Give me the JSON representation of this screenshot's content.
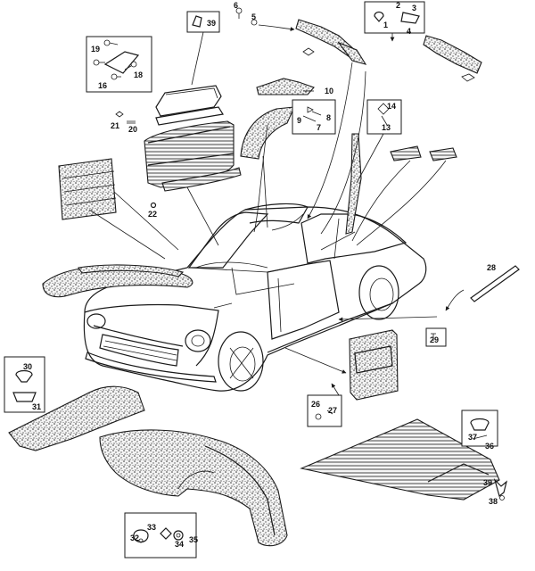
{
  "diagram": {
    "callouts": [
      {
        "id": "c1",
        "label": "1"
      },
      {
        "id": "c2",
        "label": "2"
      },
      {
        "id": "c3",
        "label": "3"
      },
      {
        "id": "c4",
        "label": "4"
      },
      {
        "id": "c5",
        "label": "5"
      },
      {
        "id": "c6",
        "label": "6"
      },
      {
        "id": "c7",
        "label": "7"
      },
      {
        "id": "c8",
        "label": "8"
      },
      {
        "id": "c9",
        "label": "9"
      },
      {
        "id": "c10",
        "label": "10"
      },
      {
        "id": "c13",
        "label": "13"
      },
      {
        "id": "c14",
        "label": "14"
      },
      {
        "id": "c16",
        "label": "16"
      },
      {
        "id": "c18",
        "label": "18"
      },
      {
        "id": "c19",
        "label": "19"
      },
      {
        "id": "c20",
        "label": "20"
      },
      {
        "id": "c21",
        "label": "21"
      },
      {
        "id": "c22",
        "label": "22"
      },
      {
        "id": "c26",
        "label": "26"
      },
      {
        "id": "c27",
        "label": "27"
      },
      {
        "id": "c28",
        "label": "28"
      },
      {
        "id": "c29",
        "label": "29"
      },
      {
        "id": "c30",
        "label": "30"
      },
      {
        "id": "c31",
        "label": "31"
      },
      {
        "id": "c32",
        "label": "32"
      },
      {
        "id": "c33",
        "label": "33"
      },
      {
        "id": "c34",
        "label": "34"
      },
      {
        "id": "c35",
        "label": "35"
      },
      {
        "id": "c36",
        "label": "36"
      },
      {
        "id": "c37",
        "label": "37"
      },
      {
        "id": "c38",
        "label": "38"
      },
      {
        "id": "c39a",
        "label": "39"
      },
      {
        "id": "c39b",
        "label": "39"
      }
    ]
  }
}
